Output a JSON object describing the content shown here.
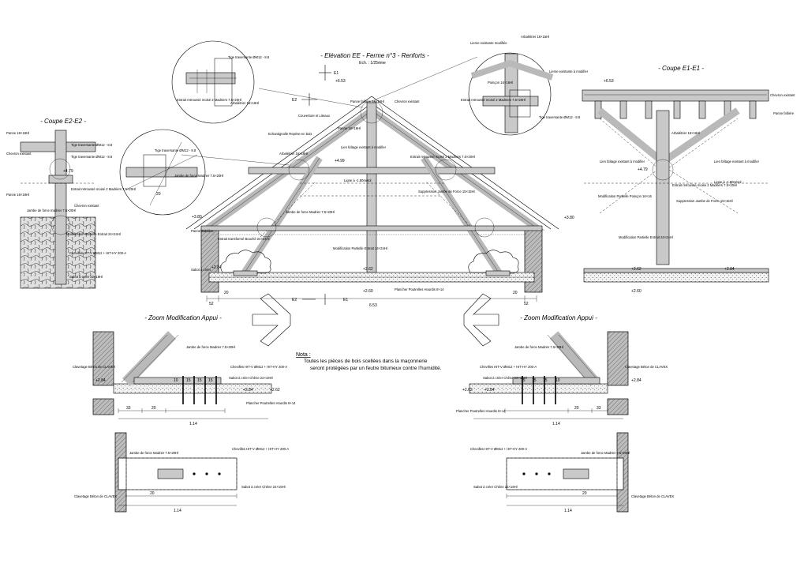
{
  "titles": {
    "elevation": "- Elévation EE - Ferme n°3 - Renforts -",
    "scale": "Ech. : 1/25ème",
    "coupe_e1": "- Coupe E1-E1 -",
    "coupe_e2": "- Coupe E2-E2 -",
    "zoom_left": "- Zoom Modification Appui -",
    "zoom_right": "- Zoom Modification Appui -"
  },
  "section_marks": {
    "e1": "E1",
    "e2": "E2"
  },
  "levels": {
    "top": "+6.53",
    "mid": "+4.99",
    "eave_left": "+3.80",
    "eave_right": "+3.80",
    "floor_left": "+2.84",
    "floor_mid": "+2.62",
    "floor_low": "+2.60",
    "coupe_top": "+6.53",
    "coupe_floor": "+2.62",
    "coupe_floor2": "+2.84",
    "coupe_low": "+2.60",
    "coupe_mid": "+4.79",
    "e2_mid": "+4.79"
  },
  "dimensions": {
    "span": "6.53",
    "left_bay": "52",
    "right_bay": "52",
    "left_20": "20",
    "right_20": "20",
    "zoom_l_total": "1.14",
    "zoom_l_33": "33",
    "zoom_l_20": "20",
    "zoom_l_15a": "15",
    "zoom_l_15b": "15",
    "zoom_l_15c": "15",
    "zoom_l_10": "10",
    "zoom_r_total": "1.14",
    "zoom_r_33": "33",
    "zoom_r_20": "20",
    "zoom_r_15a": "15",
    "zoom_r_15b": "15",
    "zoom_r_15c": "15",
    "zoom_r_10": "10",
    "plan_l_total": "1.14",
    "plan_l_20": "20",
    "plan_r_total": "1.14",
    "plan_r_20": "20"
  },
  "labels": {
    "panne_faitiere": "Panne faîtière 16×18Hl",
    "chevron_existant": "Chevron existant",
    "couverture": "Couverture et Liteaux",
    "panne": "Panne 16×18Hl",
    "echantignolle": "Echantignolle Reprise en bois",
    "arbaletrier": "Arbalétrier 16×18Hl",
    "lien_faitage": "Lien faîtage existant à modifier",
    "entrait_retrousse": "Entrait retroussé moisé 2 Madriers 7.5×20Hl",
    "ligne_sol": "Ligne à -1.80m/sol",
    "jambe_force": "Jambe de force Madrier 7.5×20Hl",
    "suppression_jambe": "Suppression Jambe de Force 15×15Hl",
    "chevron_ex2": "Chevron existant",
    "panne_sabliere": "Panne Sablière",
    "entrait_transforme": "Entrait transformé Bouché 24×24Hl",
    "modification_partielle": "Modification Partielle Entrait 24×24Hl",
    "sabot_creer": "Sabot à créer",
    "plancher_poutrelles": "Plancher Poutrelles Hourdis 8+14",
    "tige_traversante": "Tige traversante ØM12 - 8.8",
    "entrait_moise": "Entrait retroussé moisé 2 Madriers 7.5×20Hl",
    "arbaletrier2": "Arbalétrier 16×16Hl",
    "poincon": "Poinçon 16×16Hl",
    "liene_existante": "Lierne existante modifiée",
    "arbaletrier3": "Arbalétrier 15×15Hl",
    "lierne_ex": "Lierne existante à modifier",
    "e1_lien": "Lien faîtage existant à modifier",
    "e1_lien2": "Lien faîtage existant à modifier",
    "e1_entrait": "Entrait retroussé moisé 2 Madriers 7.5×20Hl",
    "e1_modif": "Modification Partielle Poinçon 16×16",
    "e1_suppr": "Suppression Jambe de Force 15×15Hl",
    "e1_modif2": "Modification Partielle Entrait 24×24Hl",
    "e1_chevron": "Chevron existant",
    "e1_panne": "Panne faîtière",
    "e1_arbaletrier": "Arbalétrier 16×16Hl",
    "e2_chevron": "Chevron existant",
    "e2_panne": "Panne 16×18Hl",
    "e2_panne2": "Panne 16×18Hl",
    "e2_tige": "Tige traversante ØM12 - 8.8",
    "e2_entrait": "Entrait retroussé moisé 2 Madriers 7.5×20Hl",
    "e2_jambe": "Jambe de force madrier 7.5×20Hl",
    "e2_chevron2": "Chevron existant",
    "e2_tige2": "Tige traversante ØM12 - 8.8",
    "e2_modif": "Modification Partielle Entrait 24×24Hl",
    "e2_chevilles": "Chevilles HIT-V ØM12 + HIT-HY 200-A",
    "e2_sabot": "Sabot à créer 22×19Hl",
    "zoom_jambe": "Jambe de force Madrier 7.5×20Hl",
    "zoom_chevilles": "Chevilles HIT-V ØM12 + HIT-HY 200-A",
    "zoom_sabot": "Sabot à créer Chêne 22×19Hl",
    "zoom_clavetage": "Clavetage Béton de CLAVEX",
    "zoom_plancher": "Plancher Poutrelles Hourdis 8+14"
  },
  "note": {
    "heading": "Nota :",
    "line1": "Toutes les pièces de bois scellées dans la maçonnerie",
    "line2": "seront protégées par un feutre bitumeux contre l'humidité."
  }
}
